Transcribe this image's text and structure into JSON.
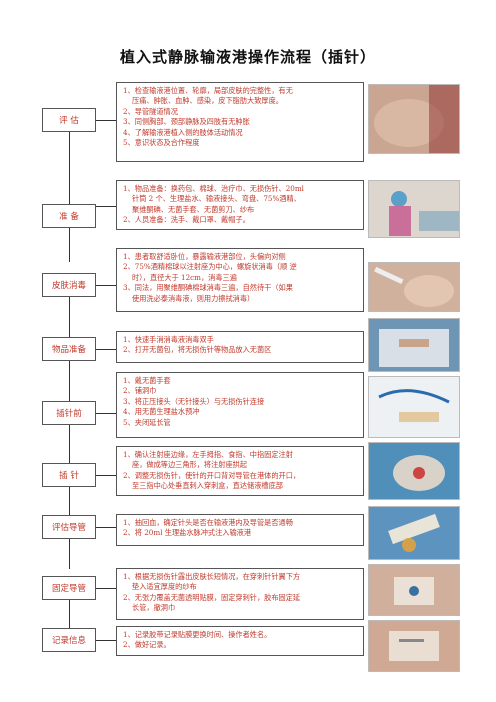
{
  "title": "植入式静脉输液港操作流程（插针）",
  "steps": [
    {
      "label": "评  估",
      "lines": [
        "1、检查输液港位置、轮廓，局部皮肤的完整性，有无",
        "压痛、肿胀、血肿、感染，皮下脂肪大致厚度。",
        "2、导管隧道情况",
        "3、同侧胸部、颈部静脉及四肢有无肿胀",
        "4、了解输液港植入侧的肢体活动情况",
        "5、意识状态及合作程度"
      ]
    },
    {
      "label": "准  备",
      "lines": [
        "1、物品准备：换药包、棉球、治疗巾、无损伤针、20ml",
        "针筒 2 个、生理盐水、输液接头、弯盘、75%酒精、",
        "聚维酮碘、无菌手套、无菌剪刀、纱布",
        "2、人员准备：洗手、戴口罩、戴帽子。"
      ]
    },
    {
      "label": "皮肤消毒",
      "lines": [
        "1、患者取舒适卧位，暴露输液港部位，头偏向对侧",
        "2、75%酒精棉球以注射座为中心，螺旋状消毒（顺 逆",
        "时），直径大于 12cm，消毒三遍",
        "3、同法，用聚维酮碘棉球消毒三遍，自然待干（如果",
        "使用洗必泰消毒液，则用力擦拭消毒）"
      ]
    },
    {
      "label": "物品准备",
      "lines": [
        "1、快速手消消毒液消毒双手",
        "2、打开无菌包，将无损伤针等物品放入无菌区"
      ]
    },
    {
      "label": "插针前",
      "lines": [
        "1、戴无菌手套",
        "2、铺洞巾",
        "3、将正压接头（无针接头）与无损伤针连接",
        "4、用无菌生理盐水预冲",
        "5、夹闭延长管"
      ]
    },
    {
      "label": "插  针",
      "lines": [
        "1、确认注射座边缘，左手拇指、食指、中指固定注射",
        "座，做成等边三角形，将注射座拱起",
        "2、调整无损伤针，使针的开口背对导管在港体的开口，",
        "至三指中心处垂直刺入穿刺盒，直达储液槽底部"
      ]
    },
    {
      "label": "评估导管",
      "lines": [
        "1、抽回血，确定针头是否在输液港内及导管是否通畅",
        "2、将 20ml 生理盐水脉冲式注入输液港"
      ]
    },
    {
      "label": "固定导管",
      "lines": [
        "1、根据无损伤针露出皮肤长短情况，在穿刺针针翼下方",
        "垫入适宜厚度的纱布",
        "2、无张力覆盖无菌透明贴膜，固定穿刺针，胶布固定延",
        "长管，撤洞巾"
      ]
    },
    {
      "label": "记录信息",
      "lines": [
        "1、记录胶带记录贴膜更换时间、操作者姓名。",
        "2、做好记录。"
      ]
    }
  ]
}
